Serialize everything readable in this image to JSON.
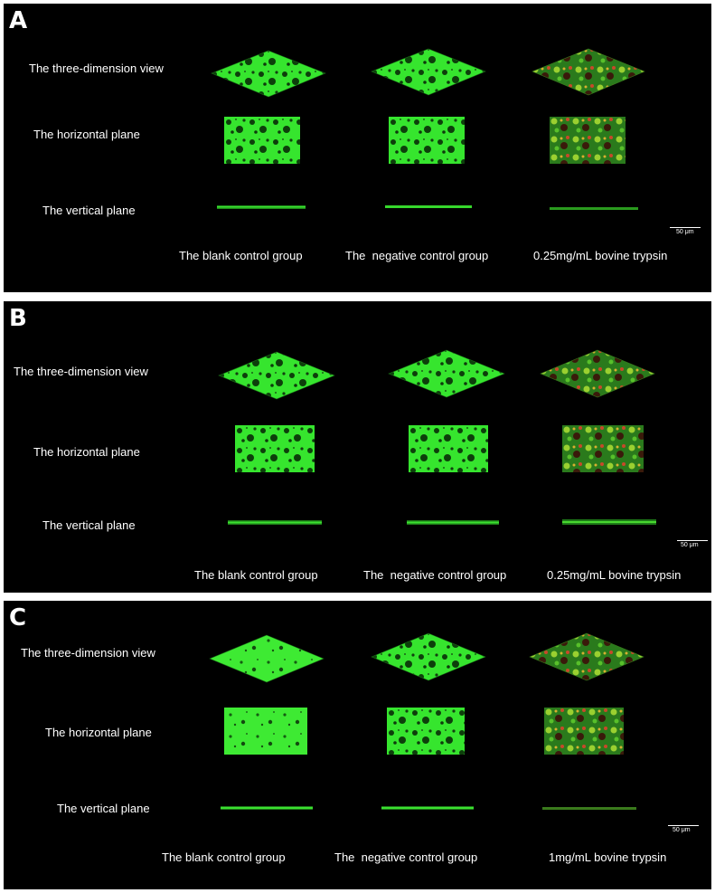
{
  "colors": {
    "biofilm_green": "#2fe02a",
    "biofilm_dark": "#0c3a0a",
    "dead_red": "#c8402a",
    "panel_bg": "#000000",
    "gap_bg": "#ffffff"
  },
  "panels": [
    {
      "letter": "A",
      "rows": [
        "The three-dimension view",
        "The horizontal plane",
        "The vertical plane"
      ],
      "columns": [
        "The blank control group",
        "The  negative control group",
        "0.25mg/mL bovine trypsin"
      ],
      "scale": "50 μm"
    },
    {
      "letter": "B",
      "rows": [
        "The three-dimension view",
        "The horizontal plane",
        "The vertical plane"
      ],
      "columns": [
        "The blank control group",
        "The  negative control group",
        "0.25mg/mL bovine trypsin"
      ],
      "scale": "50 μm"
    },
    {
      "letter": "C",
      "rows": [
        "The three-dimension view",
        "The horizontal plane",
        "The vertical plane"
      ],
      "columns": [
        "The blank control group",
        "The  negative control group",
        "1mg/mL bovine trypsin"
      ],
      "scale": "50 μm"
    }
  ]
}
